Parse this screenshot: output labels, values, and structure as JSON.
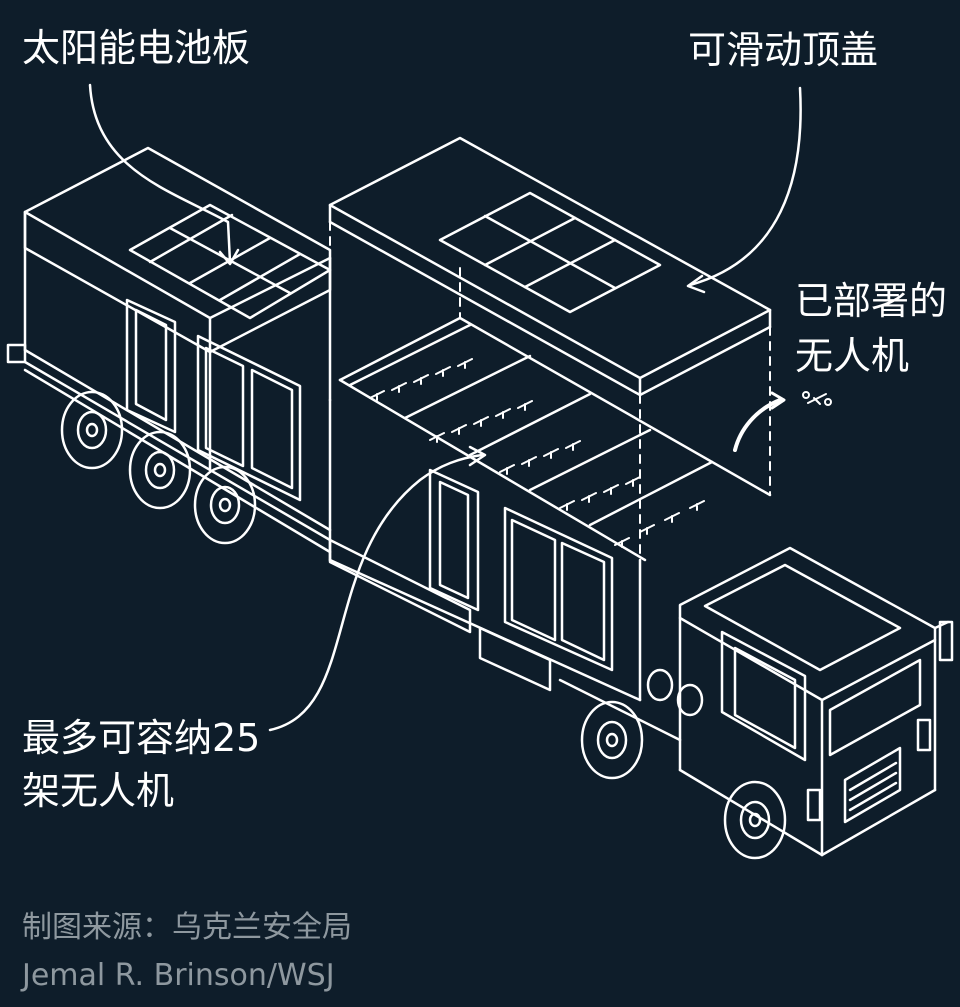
{
  "labels": {
    "solar_panel": "太阳能电池板",
    "sliding_roof": "可滑动顶盖",
    "deployed_drones_line1": "已部署的",
    "deployed_drones_line2": "无人机",
    "capacity_line1": "最多可容纳25",
    "capacity_line2": "架无人机"
  },
  "credits": {
    "source": "制图来源：乌克兰安全局",
    "author": "Jemal R. Brinson/WSJ"
  },
  "colors": {
    "background": "#0e1d2a",
    "line": "#ffffff",
    "credit_text": "#8e989f"
  }
}
